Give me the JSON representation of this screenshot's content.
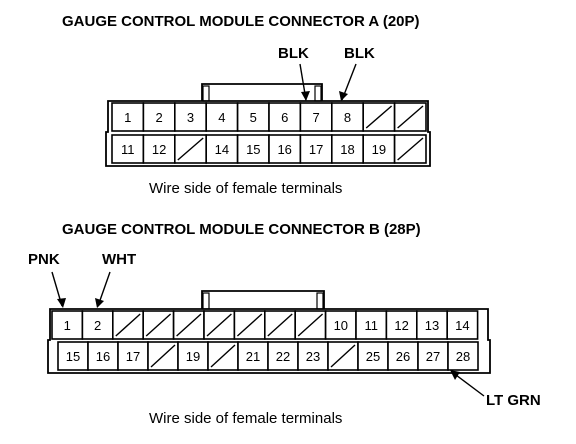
{
  "connector_a": {
    "title": "GAUGE CONTROL MODULE CONNECTOR A (20P)",
    "caption": "Wire side of female terminals",
    "top_row": [
      "1",
      "2",
      "3",
      "4",
      "5",
      "6",
      "7",
      "8",
      "",
      ""
    ],
    "bottom_row": [
      "11",
      "12",
      "",
      "14",
      "15",
      "16",
      "17",
      "18",
      "19",
      ""
    ],
    "callouts": [
      "BLK",
      "BLK"
    ]
  },
  "connector_b": {
    "title": "GAUGE CONTROL MODULE CONNECTOR B (28P)",
    "caption": "Wire side of female terminals",
    "top_row": [
      "1",
      "2",
      "",
      "",
      "",
      "",
      "",
      "",
      "",
      "10",
      "11",
      "12",
      "13",
      "14"
    ],
    "bottom_row": [
      "15",
      "16",
      "17",
      "",
      "19",
      "",
      "21",
      "22",
      "23",
      "",
      "25",
      "26",
      "27",
      "28"
    ],
    "callouts": [
      "PNK",
      "WHT",
      "LT GRN"
    ]
  }
}
